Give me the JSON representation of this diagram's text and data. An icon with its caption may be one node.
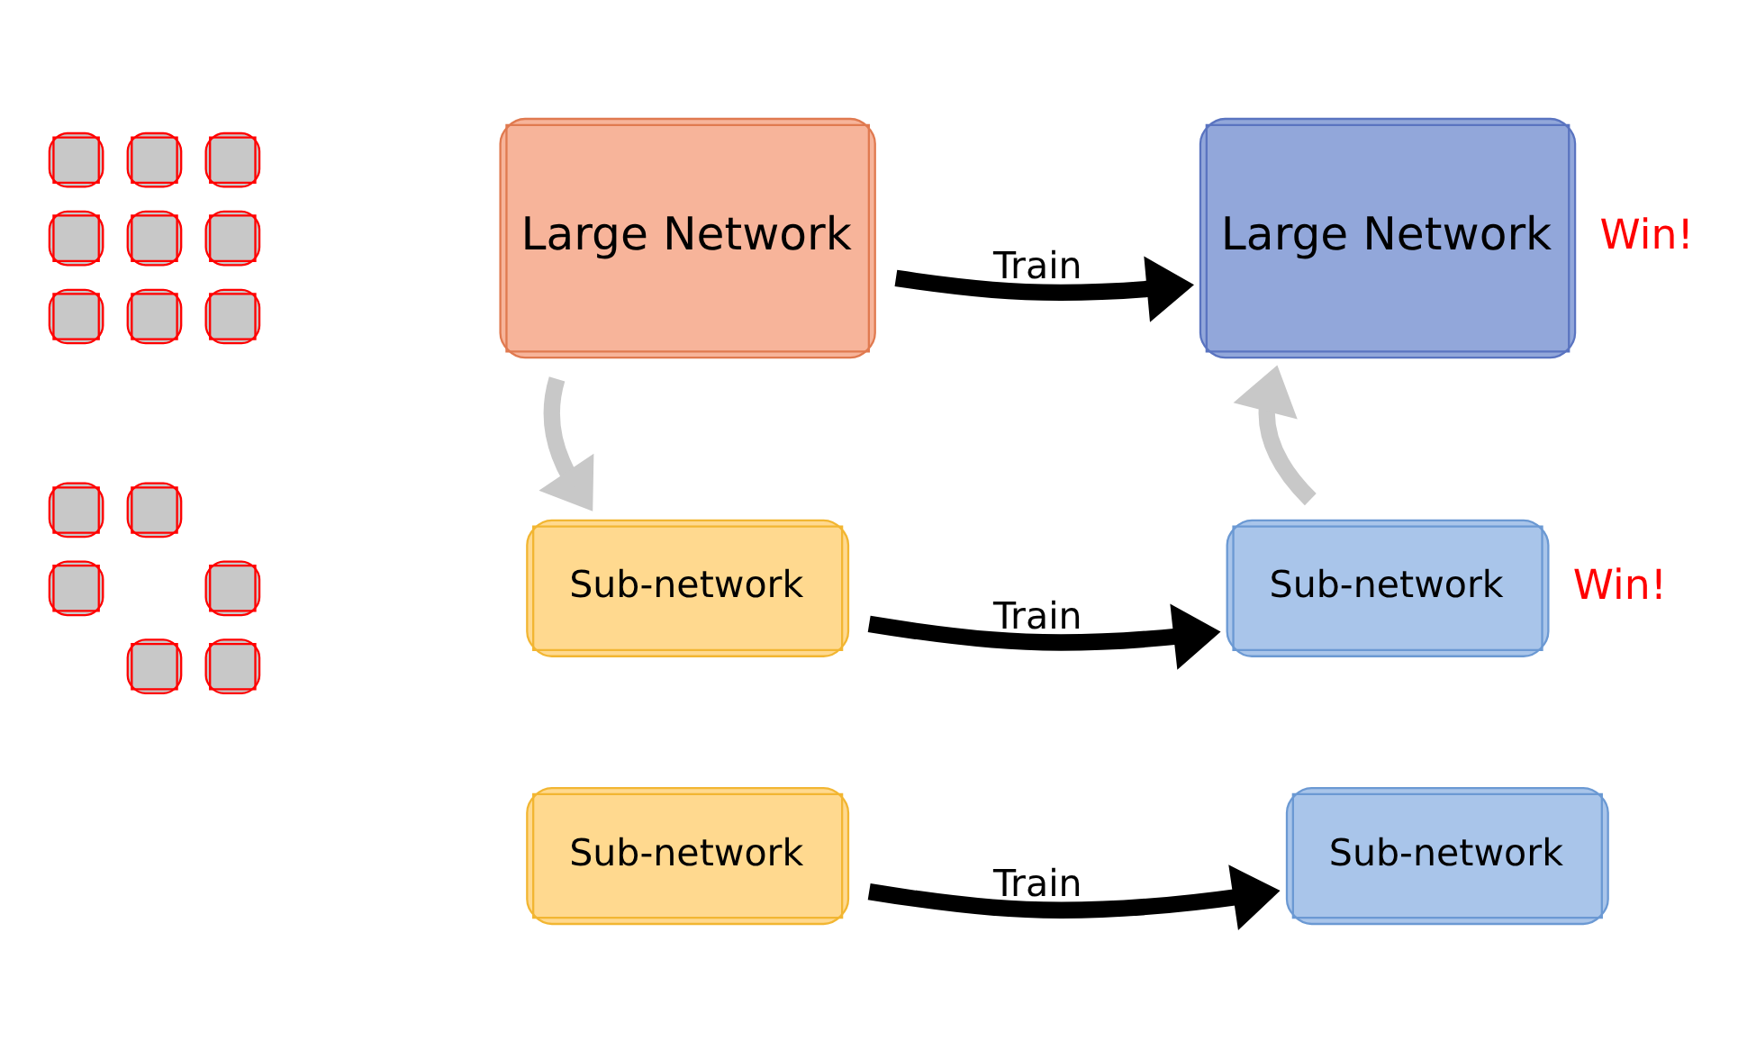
{
  "diagram": {
    "nodes": [
      {
        "text": [],
        "shape": "picture"
      },
      {
        "text": [
          "Large Network"
        ]
      },
      {
        "text": [
          "Large Network"
        ],
        "beside": [
          "Win!"
        ]
      },
      {
        "text": [],
        "shape": "picture"
      },
      {
        "text": [
          "Sub-network"
        ]
      },
      {
        "text": [
          "Sub-network"
        ],
        "beside": [
          "Win!"
        ]
      },
      {
        "text": [
          "Sub-network"
        ]
      },
      {
        "text": [
          "Sub-network"
        ]
      }
    ],
    "edges": [
      {
        "from": 1,
        "to": 2,
        "arrow": "to",
        "label": "Train"
      },
      {
        "from": 1,
        "to": 4,
        "arrow": "to",
        "color": "#c8c8c8"
      },
      {
        "from": 4,
        "to": 5,
        "arrow": "to",
        "label": "Train"
      },
      {
        "from": 5,
        "to": 2,
        "arrow": "to",
        "color": "#c8c8c8"
      },
      {
        "from": 6,
        "to": 7,
        "arrow": "to",
        "label": "Train"
      }
    ]
  }
}
